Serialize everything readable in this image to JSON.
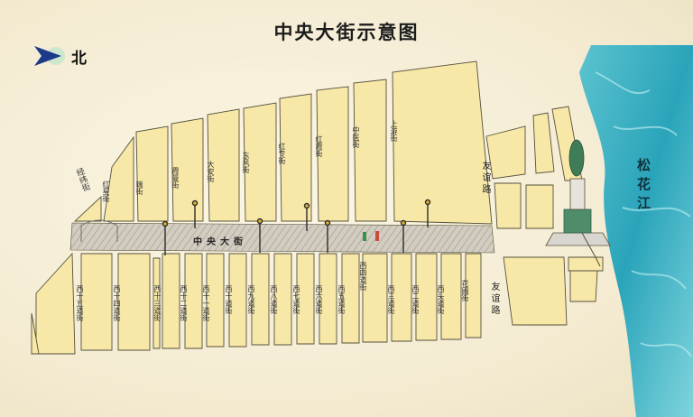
{
  "title": "中央大街示意图",
  "compass_label": "北",
  "river_name": "松花江",
  "main_street": "中央大街",
  "north_streets": [
    "红星街",
    "端街",
    "霞曼街",
    "大安街",
    "东风街",
    "红专街",
    "红霞街",
    "中医街",
    "上游街"
  ],
  "south_streets": [
    "西十五道街",
    "西十四道街",
    "西十三道街",
    "西十二道街",
    "西十一道街",
    "西十道街",
    "西九道街",
    "西八道街",
    "西七道街",
    "西六道街",
    "西五道街",
    "西四道街",
    "西三道街",
    "西二道街",
    "西头道街",
    "花圃街"
  ],
  "other_streets": {
    "diagonal": "经纬街",
    "north_road": "友谊路",
    "south_road": "友谊路"
  },
  "colors": {
    "block": "#f7e8a8",
    "block_stroke": "#55503c",
    "street": "#c9c2b6",
    "river": "#3aaec0",
    "background": "#f5eed6"
  }
}
